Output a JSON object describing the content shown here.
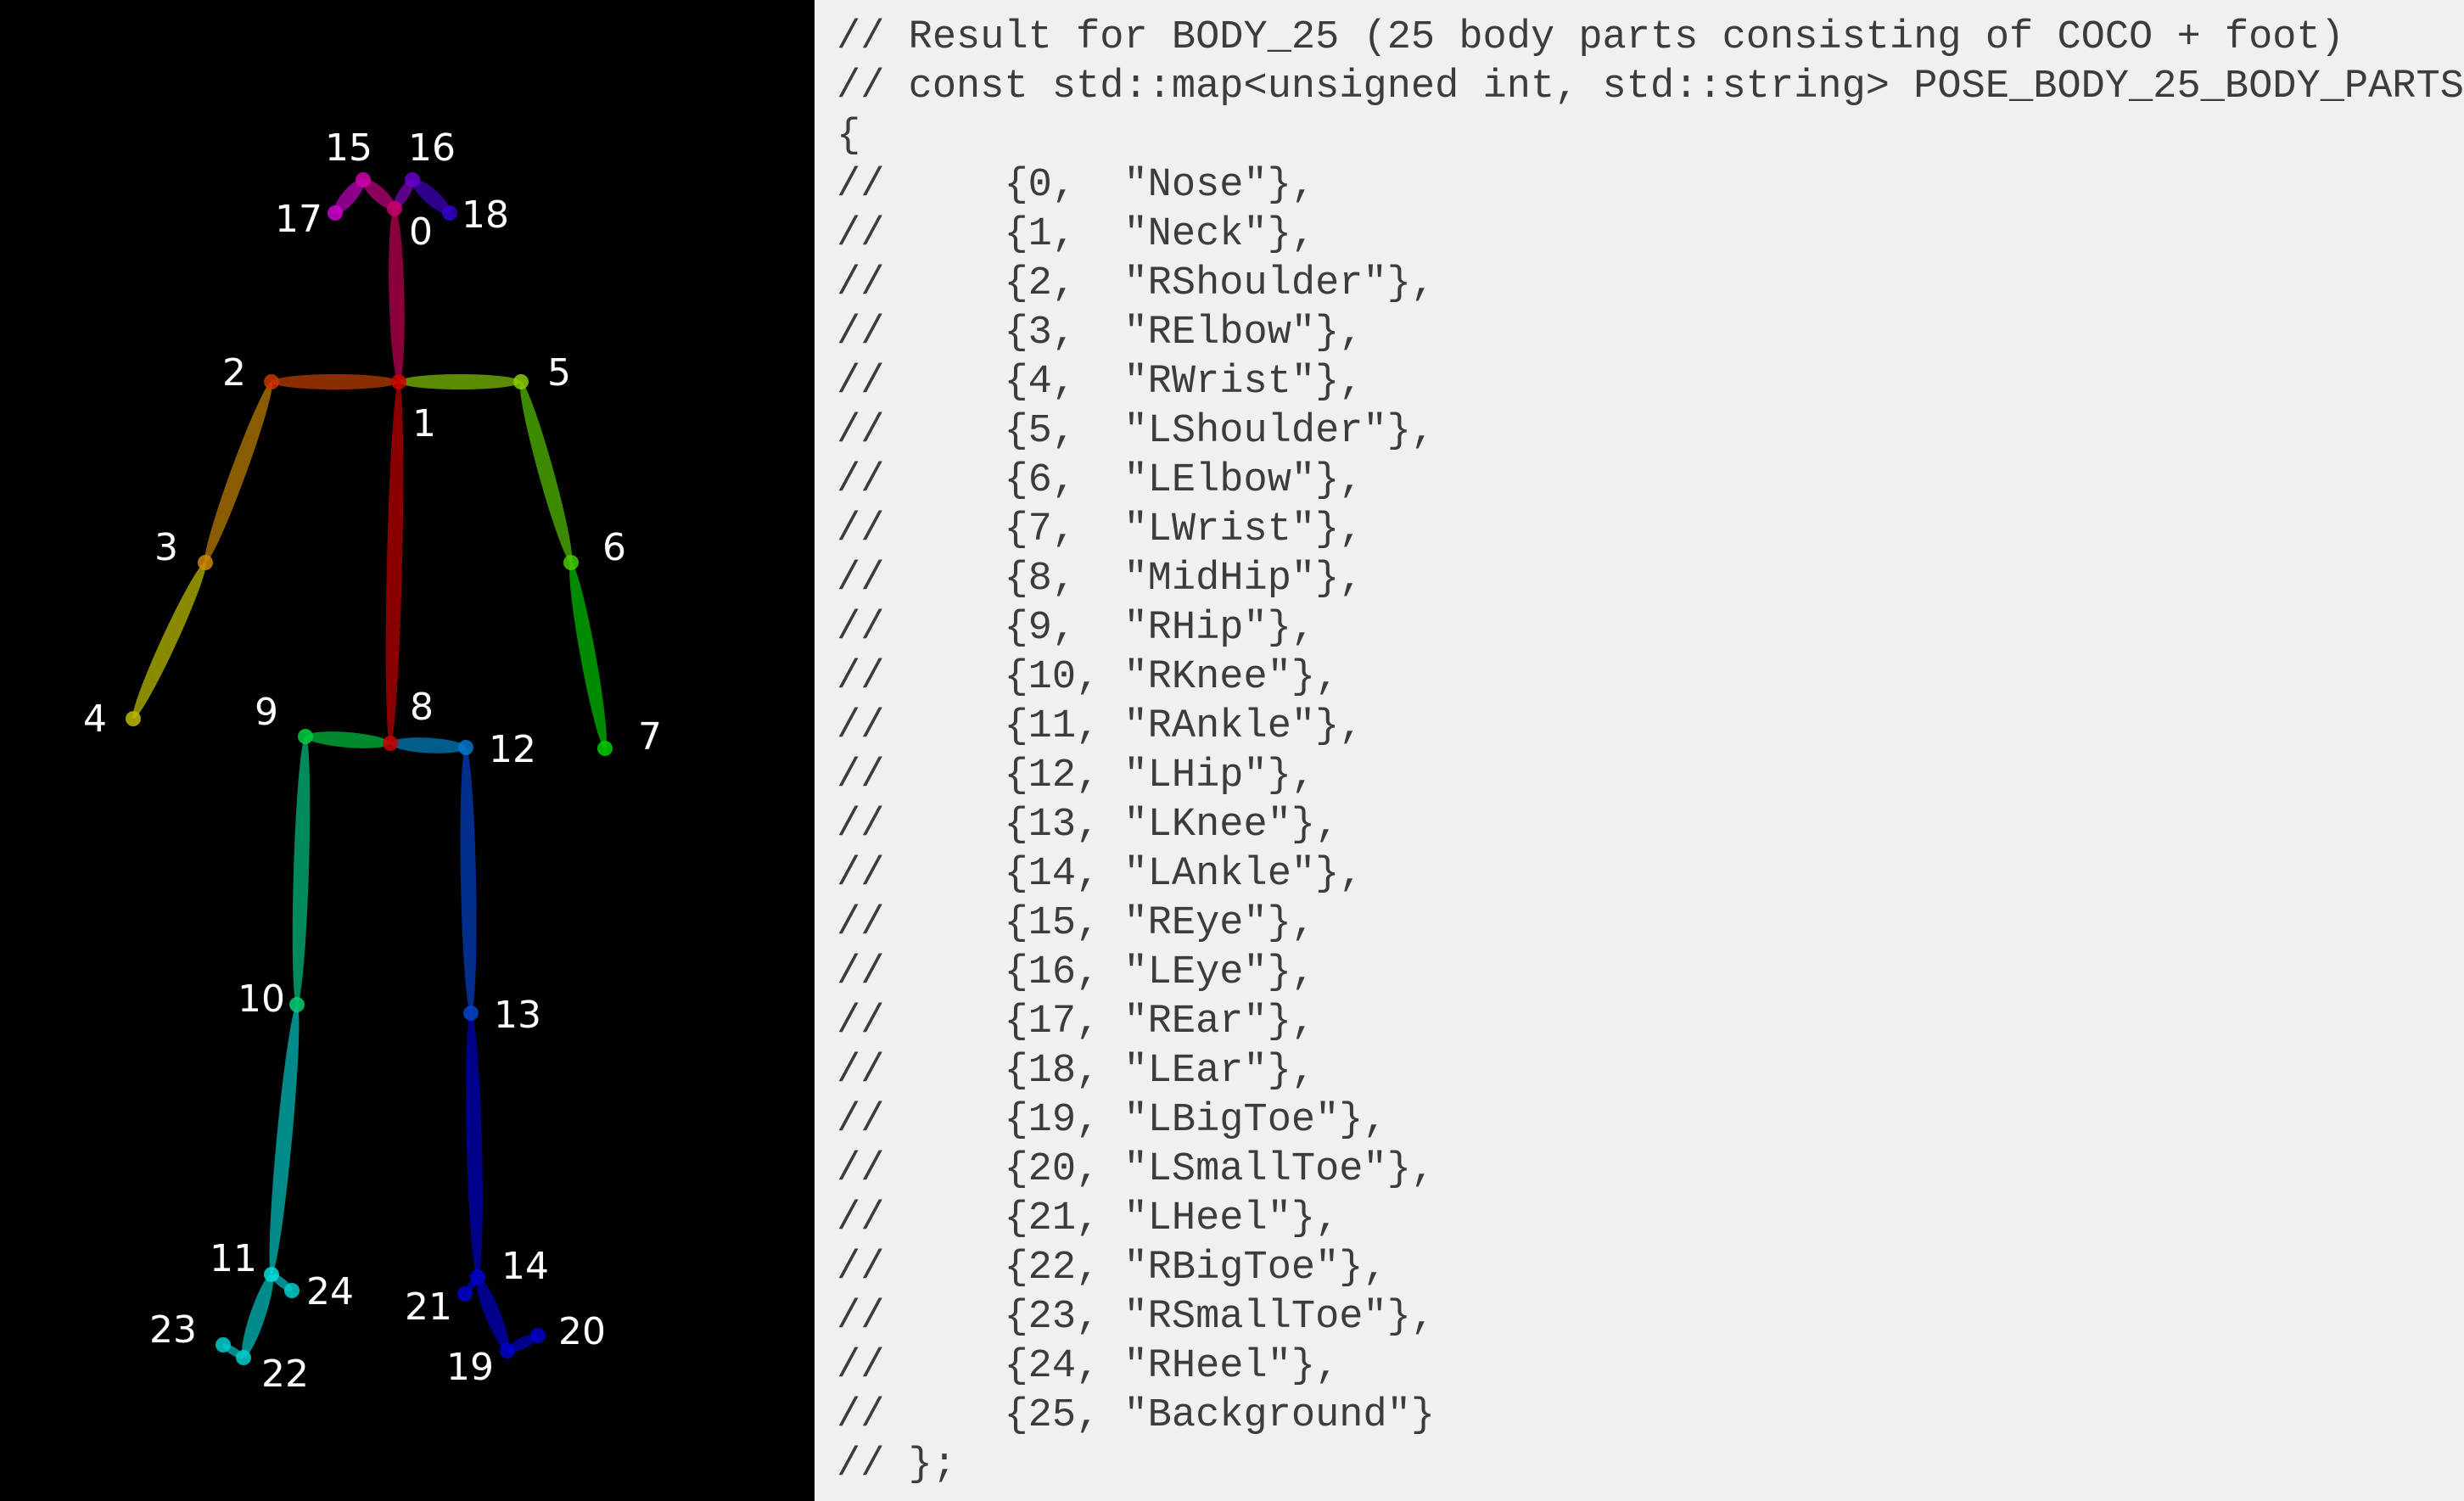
{
  "skeleton": {
    "keypoints": [
      {
        "id": 0,
        "label": "0",
        "color": "#cc0066"
      },
      {
        "id": 1,
        "label": "1",
        "color": "#cc0000"
      },
      {
        "id": 2,
        "label": "2",
        "color": "#cc3300"
      },
      {
        "id": 3,
        "label": "3",
        "color": "#cc8800"
      },
      {
        "id": 4,
        "label": "4",
        "color": "#bbbb00"
      },
      {
        "id": 5,
        "label": "5",
        "color": "#88cc00"
      },
      {
        "id": 6,
        "label": "6",
        "color": "#44cc00"
      },
      {
        "id": 7,
        "label": "7",
        "color": "#00cc00"
      },
      {
        "id": 8,
        "label": "8",
        "color": "#cc0000"
      },
      {
        "id": 9,
        "label": "9",
        "color": "#00cc44"
      },
      {
        "id": 10,
        "label": "10",
        "color": "#00cc77"
      },
      {
        "id": 11,
        "label": "11",
        "color": "#00dddd"
      },
      {
        "id": 12,
        "label": "12",
        "color": "#0077cc"
      },
      {
        "id": 13,
        "label": "13",
        "color": "#0044cc"
      },
      {
        "id": 14,
        "label": "14",
        "color": "#0000cc"
      },
      {
        "id": 15,
        "label": "15",
        "color": "#cc00aa"
      },
      {
        "id": 16,
        "label": "16",
        "color": "#6600cc"
      },
      {
        "id": 17,
        "label": "17",
        "color": "#cc00cc"
      },
      {
        "id": 18,
        "label": "18",
        "color": "#3300cc"
      },
      {
        "id": 19,
        "label": "19",
        "color": "#0000cc"
      },
      {
        "id": 20,
        "label": "20",
        "color": "#0000cc"
      },
      {
        "id": 21,
        "label": "21",
        "color": "#0000cc"
      },
      {
        "id": 22,
        "label": "22",
        "color": "#00cccc"
      },
      {
        "id": 23,
        "label": "23",
        "color": "#00cccc"
      },
      {
        "id": 24,
        "label": "24",
        "color": "#00cccc"
      }
    ],
    "limbs": [
      {
        "a": 1,
        "b": 8,
        "color": "#990000"
      },
      {
        "a": 1,
        "b": 2,
        "color": "#993300"
      },
      {
        "a": 1,
        "b": 5,
        "color": "#669900"
      },
      {
        "a": 2,
        "b": 3,
        "color": "#996600"
      },
      {
        "a": 3,
        "b": 4,
        "color": "#999900"
      },
      {
        "a": 5,
        "b": 6,
        "color": "#449900"
      },
      {
        "a": 6,
        "b": 7,
        "color": "#009900"
      },
      {
        "a": 8,
        "b": 9,
        "color": "#009933"
      },
      {
        "a": 9,
        "b": 10,
        "color": "#009966"
      },
      {
        "a": 10,
        "b": 11,
        "color": "#009999"
      },
      {
        "a": 8,
        "b": 12,
        "color": "#006699"
      },
      {
        "a": 12,
        "b": 13,
        "color": "#003399"
      },
      {
        "a": 13,
        "b": 14,
        "color": "#000099"
      },
      {
        "a": 1,
        "b": 0,
        "color": "#990044"
      },
      {
        "a": 0,
        "b": 15,
        "color": "#990066"
      },
      {
        "a": 15,
        "b": 17,
        "color": "#990099"
      },
      {
        "a": 0,
        "b": 16,
        "color": "#660099"
      },
      {
        "a": 16,
        "b": 18,
        "color": "#330099"
      },
      {
        "a": 14,
        "b": 19,
        "color": "#000099"
      },
      {
        "a": 19,
        "b": 20,
        "color": "#000099"
      },
      {
        "a": 14,
        "b": 21,
        "color": "#000099"
      },
      {
        "a": 11,
        "b": 22,
        "color": "#009999"
      },
      {
        "a": 22,
        "b": 23,
        "color": "#009999"
      },
      {
        "a": 11,
        "b": 24,
        "color": "#009999"
      }
    ]
  },
  "code": {
    "lines": [
      {
        "prefix": "// ",
        "text": "Result for BODY_25 (25 body parts consisting of COCO + foot)"
      },
      {
        "prefix": "// ",
        "text": "const std::map<unsigned int, std::string> POSE_BODY_25_BODY_PARTS"
      },
      {
        "prefix": "",
        "text": "{"
      },
      {
        "prefix": "//",
        "text": "     {0,  \"Nose\"},"
      },
      {
        "prefix": "//",
        "text": "     {1,  \"Neck\"},"
      },
      {
        "prefix": "//",
        "text": "     {2,  \"RShoulder\"},"
      },
      {
        "prefix": "//",
        "text": "     {3,  \"RElbow\"},"
      },
      {
        "prefix": "//",
        "text": "     {4,  \"RWrist\"},"
      },
      {
        "prefix": "//",
        "text": "     {5,  \"LShoulder\"},"
      },
      {
        "prefix": "//",
        "text": "     {6,  \"LElbow\"},"
      },
      {
        "prefix": "//",
        "text": "     {7,  \"LWrist\"},"
      },
      {
        "prefix": "//",
        "text": "     {8,  \"MidHip\"},"
      },
      {
        "prefix": "//",
        "text": "     {9,  \"RHip\"},"
      },
      {
        "prefix": "//",
        "text": "     {10, \"RKnee\"},"
      },
      {
        "prefix": "//",
        "text": "     {11, \"RAnkle\"},"
      },
      {
        "prefix": "//",
        "text": "     {12, \"LHip\"},"
      },
      {
        "prefix": "//",
        "text": "     {13, \"LKnee\"},"
      },
      {
        "prefix": "//",
        "text": "     {14, \"LAnkle\"},"
      },
      {
        "prefix": "//",
        "text": "     {15, \"REye\"},"
      },
      {
        "prefix": "//",
        "text": "     {16, \"LEye\"},"
      },
      {
        "prefix": "//",
        "text": "     {17, \"REar\"},"
      },
      {
        "prefix": "//",
        "text": "     {18, \"LEar\"},"
      },
      {
        "prefix": "//",
        "text": "     {19, \"LBigToe\"},"
      },
      {
        "prefix": "//",
        "text": "     {20, \"LSmallToe\"},"
      },
      {
        "prefix": "//",
        "text": "     {21, \"LHeel\"},"
      },
      {
        "prefix": "//",
        "text": "     {22, \"RBigToe\"},"
      },
      {
        "prefix": "//",
        "text": "     {23, \"RSmallToe\"},"
      },
      {
        "prefix": "//",
        "text": "     {24, \"RHeel\"},"
      },
      {
        "prefix": "//",
        "text": "     {25, \"Background\"}"
      },
      {
        "prefix": "// ",
        "text": "};"
      }
    ]
  }
}
